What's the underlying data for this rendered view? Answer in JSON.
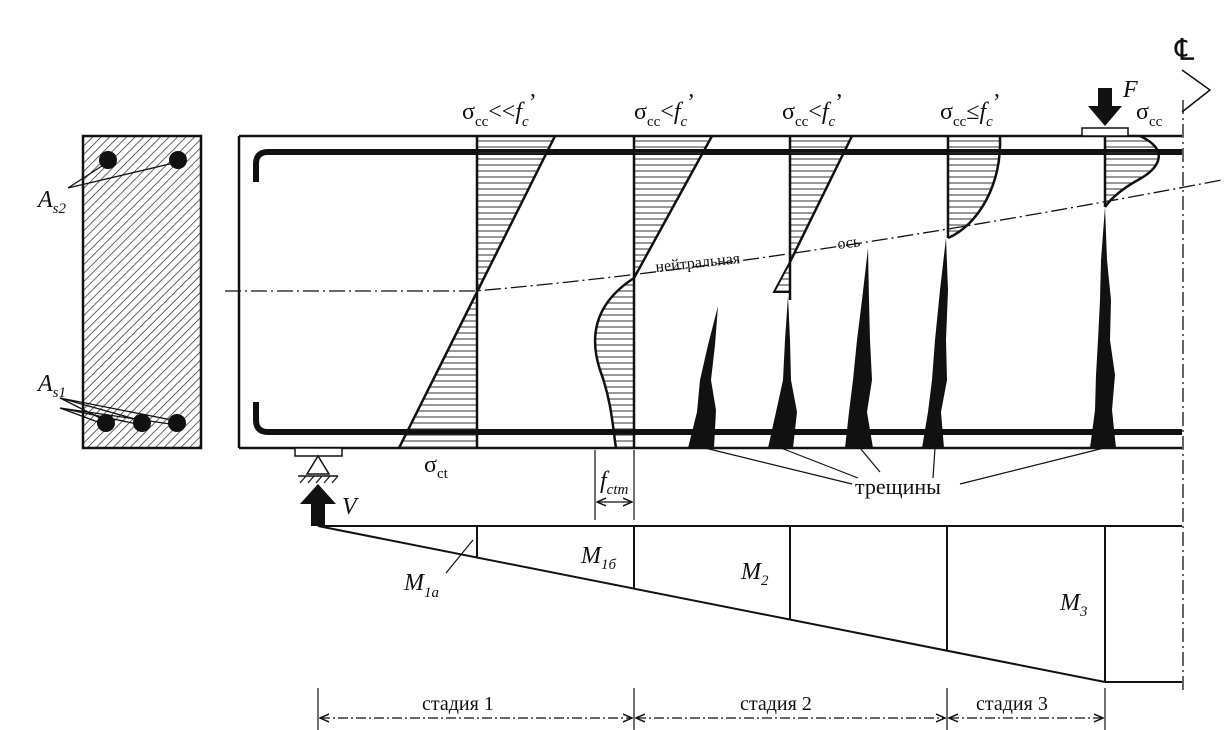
{
  "centerline_symbol": "℄",
  "load": {
    "symbol": "F"
  },
  "reaction": {
    "symbol": "V"
  },
  "stress_labels": [
    {
      "sigma": "σ",
      "sub": "cc",
      "rel": "<<",
      "f": "f",
      "fsub": "c",
      "prime": "’"
    },
    {
      "sigma": "σ",
      "sub": "cc",
      "rel": "<",
      "f": "f",
      "fsub": "c",
      "prime": "’"
    },
    {
      "sigma": "σ",
      "sub": "cc",
      "rel": "<",
      "f": "f",
      "fsub": "c",
      "prime": "’"
    },
    {
      "sigma": "σ",
      "sub": "cc",
      "rel": "≤",
      "f": "f",
      "fsub": "c",
      "prime": "’"
    },
    {
      "sigma": "σ",
      "sub": "cc",
      "rel": "",
      "f": "",
      "fsub": "",
      "prime": ""
    }
  ],
  "section": {
    "top_steel": {
      "main": "A",
      "sub": "s2"
    },
    "bottom_steel": {
      "main": "A",
      "sub": "s1"
    }
  },
  "neutral_axis": {
    "word1": "нейтральная",
    "word2": "ось"
  },
  "tension": {
    "sigma_ct": {
      "main": "σ",
      "sub": "ct"
    },
    "f_ctm": {
      "main": "f",
      "sub": "ctm"
    }
  },
  "cracks_label": "трещины",
  "moments": [
    {
      "main": "M",
      "sub": "1a"
    },
    {
      "main": "M",
      "sub": "1б"
    },
    {
      "main": "M",
      "sub": "2"
    },
    {
      "main": "M",
      "sub": "3"
    }
  ],
  "stages": [
    "стадия 1",
    "стадия 2",
    "стадия 3"
  ],
  "colors": {
    "ink": "#111111",
    "background": "#ffffff"
  }
}
